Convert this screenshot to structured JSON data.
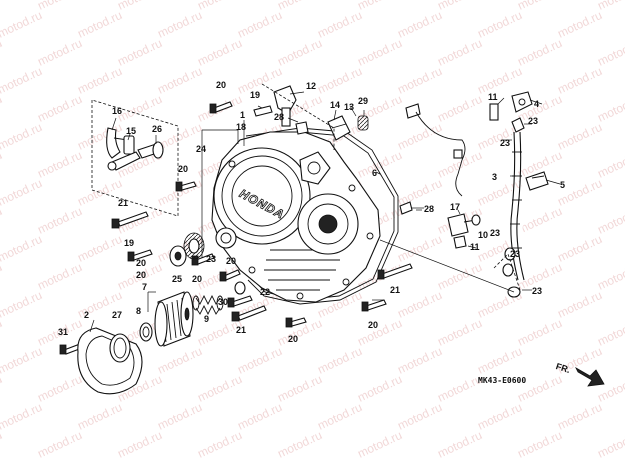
{
  "watermark": "motod.ru",
  "diagram_code": "MK43-E0600",
  "brand_text": "HONDA",
  "direction_label": "FR.",
  "callouts": {
    "c1": "1",
    "c2": "2",
    "c3": "3",
    "c4": "4",
    "c5": "5",
    "c6": "6",
    "c7": "7",
    "c8": "8",
    "c9": "9",
    "c10": "10",
    "c11": "11",
    "c12": "12",
    "c13": "13",
    "c14": "14",
    "c15": "15",
    "c16": "16",
    "c17": "17",
    "c18": "18",
    "c19": "19",
    "c20": "20",
    "c21": "21",
    "c22": "22",
    "c23": "23",
    "c24": "24",
    "c25": "25",
    "c26": "26",
    "c27": "27",
    "c28": "28",
    "c29": "29",
    "c30": "30",
    "c31": "31"
  }
}
